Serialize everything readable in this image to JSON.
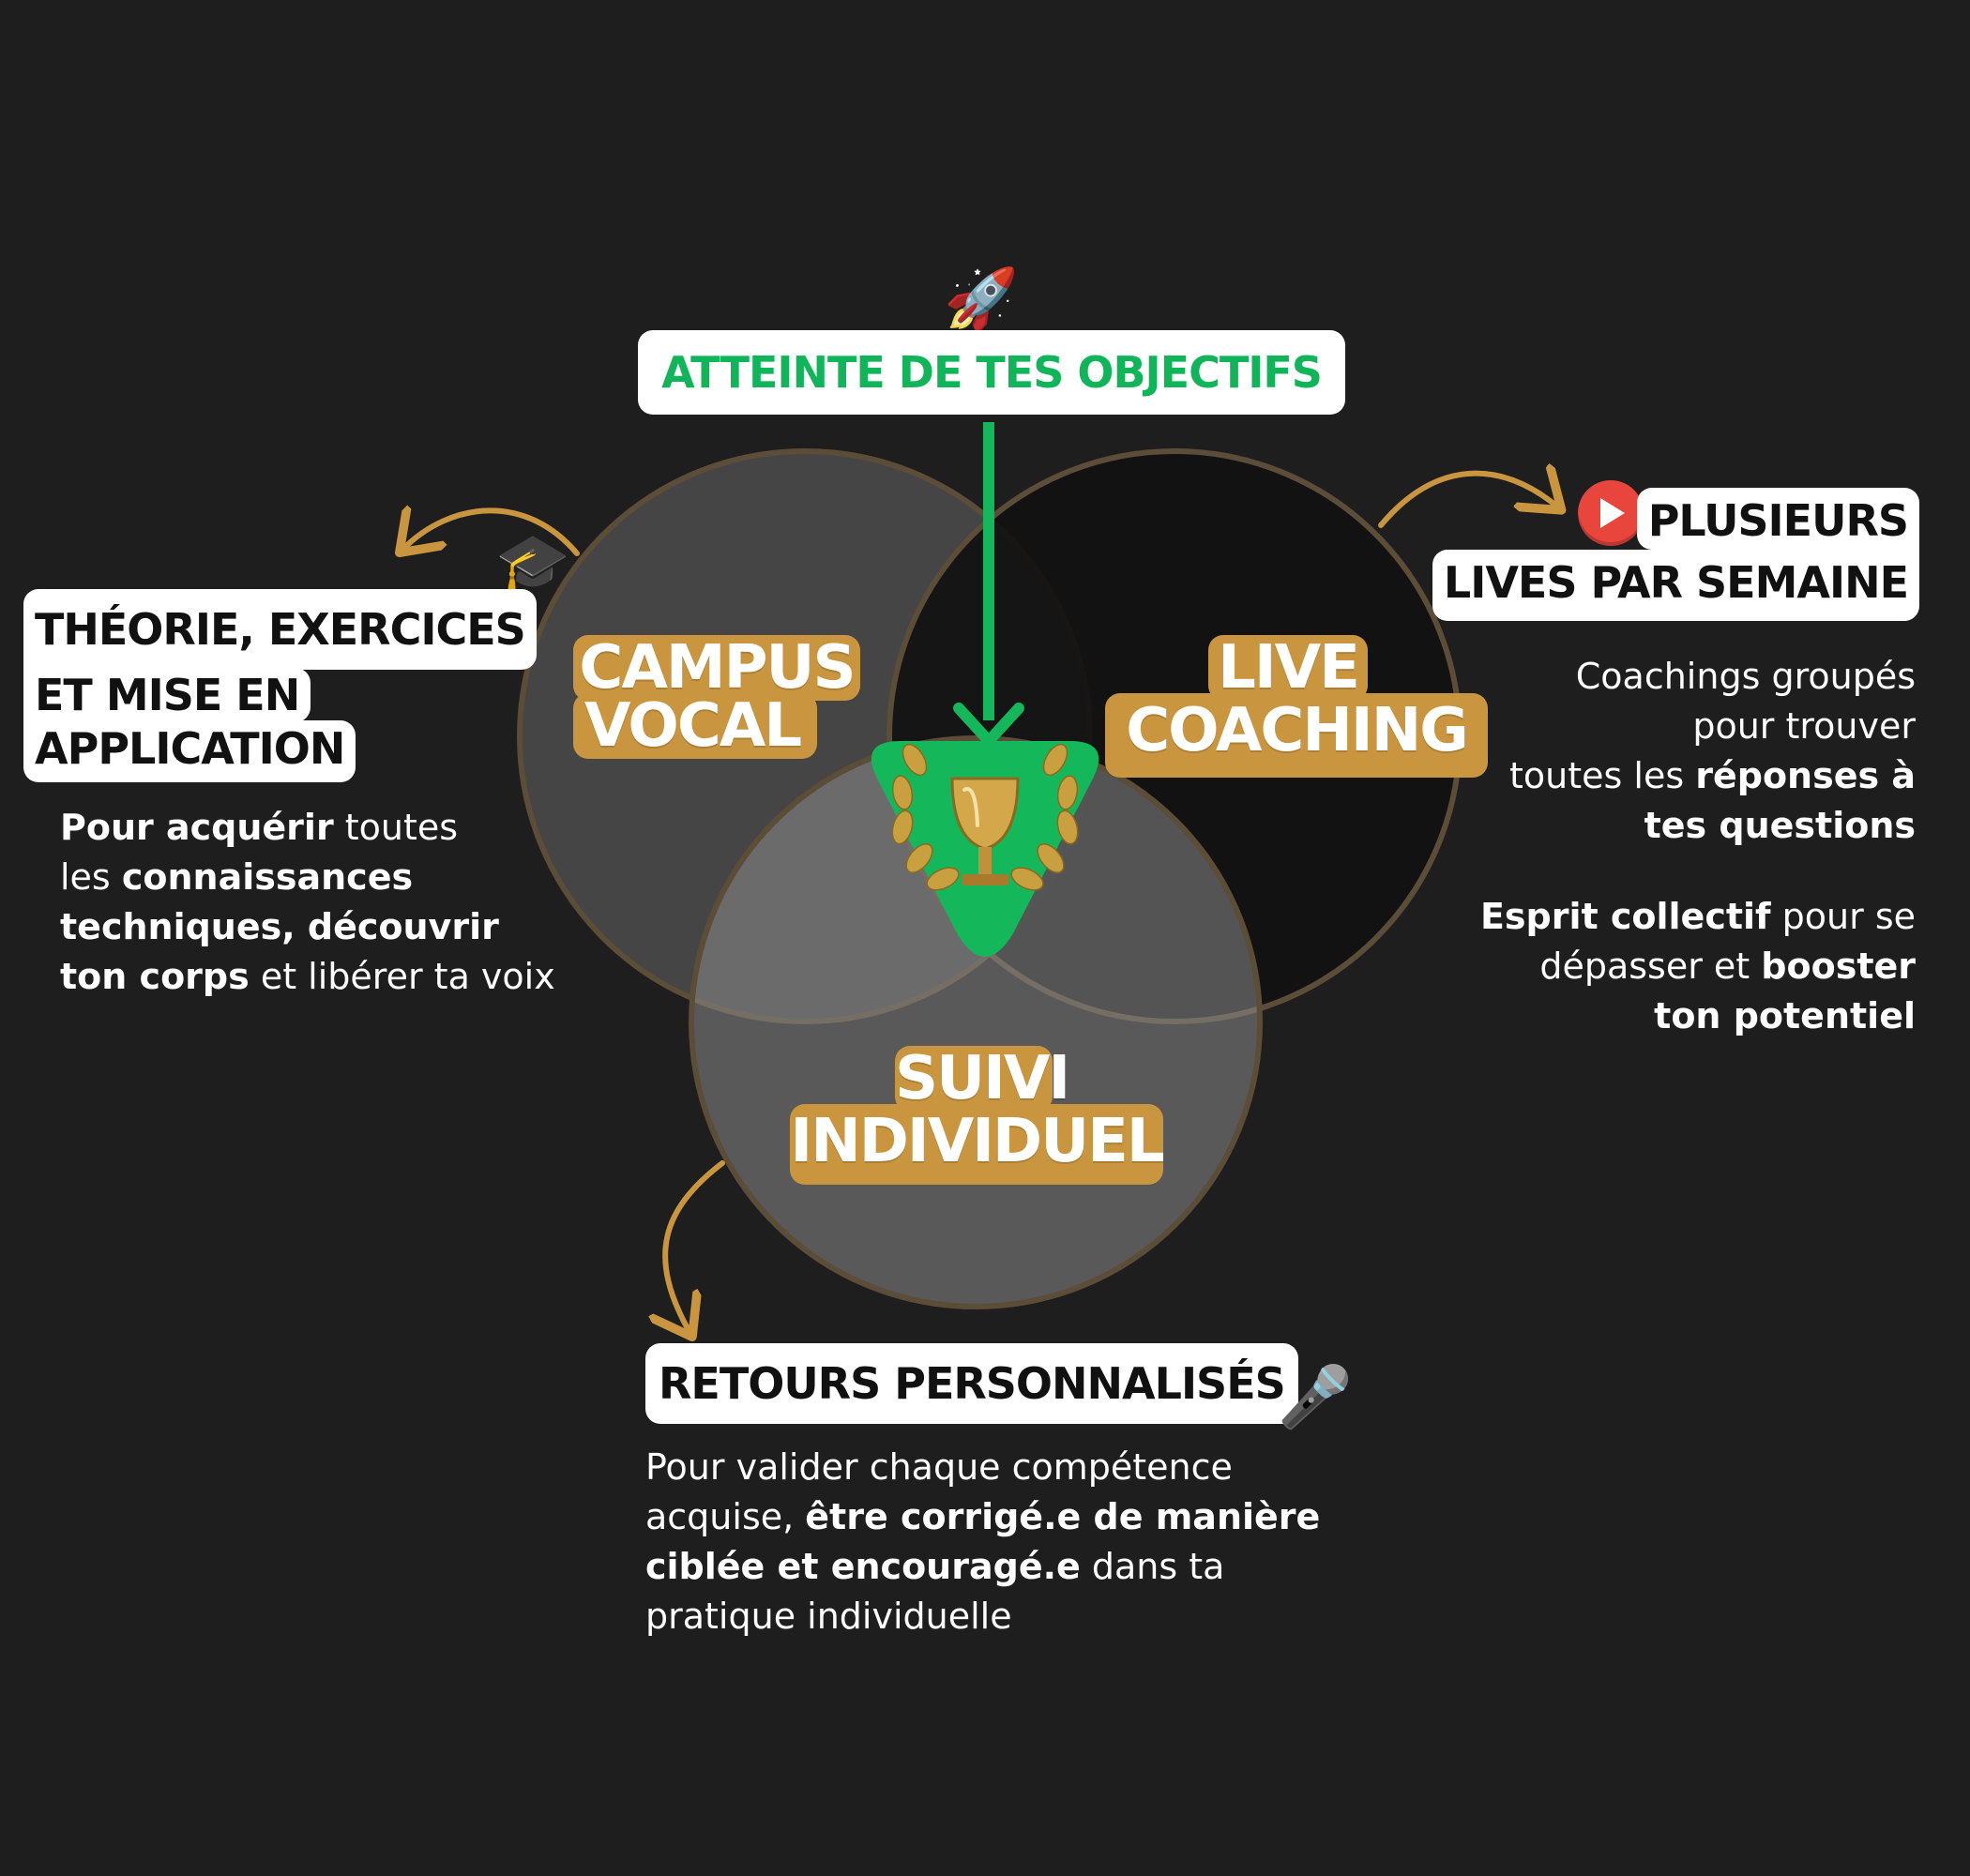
{
  "goal": {
    "label": "ATTEINTE DE TES OBJECTIFS",
    "icon": "rocket-icon"
  },
  "center": {
    "icon": "trophy-laurel-icon"
  },
  "circles": {
    "campus": {
      "line1": "CAMPUS",
      "line2": "VOCAL"
    },
    "live": {
      "line1": "LIVE",
      "line2": "COACHING"
    },
    "suivi": {
      "line1": "SUIVI",
      "line2": "INDIVIDUEL"
    }
  },
  "theory": {
    "icon": "graduation-cap-icon",
    "line1": "THÉORIE, EXERCICES",
    "line2": "ET MISE EN",
    "line3": "APPLICATION",
    "desc": [
      [
        "Pour acquérir",
        " toutes"
      ],
      [
        "les ",
        "connaissances"
      ],
      [
        "techniques, découvrir"
      ],
      [
        "ton corps",
        " et libérer ta voix"
      ]
    ]
  },
  "lives": {
    "icon": "play-button-icon",
    "line1": "PLUSIEURS",
    "line2": "LIVES PAR SEMAINE",
    "desc1": [
      [
        "Coachings groupés"
      ],
      [
        "pour trouver"
      ],
      [
        "toutes les ",
        "réponses à"
      ],
      [
        "tes questions"
      ]
    ],
    "desc2": [
      [
        "Esprit collectif",
        " pour se"
      ],
      [
        "dépasser et ",
        "booster"
      ],
      [
        "ton potentiel"
      ]
    ]
  },
  "feedback": {
    "icon": "microphone-icon",
    "title": "RETOURS PERSONNALISÉS",
    "desc": [
      [
        "Pour valider chaque compétence"
      ],
      [
        "acquise, ",
        "être corrigé.e de manière"
      ],
      [
        "ciblée et encouragé.e",
        " dans ta"
      ],
      [
        "pratique individuelle"
      ]
    ]
  },
  "colors": {
    "background": "#1e1e1e",
    "accent_green": "#10b55a",
    "accent_gold": "#c9963f"
  }
}
